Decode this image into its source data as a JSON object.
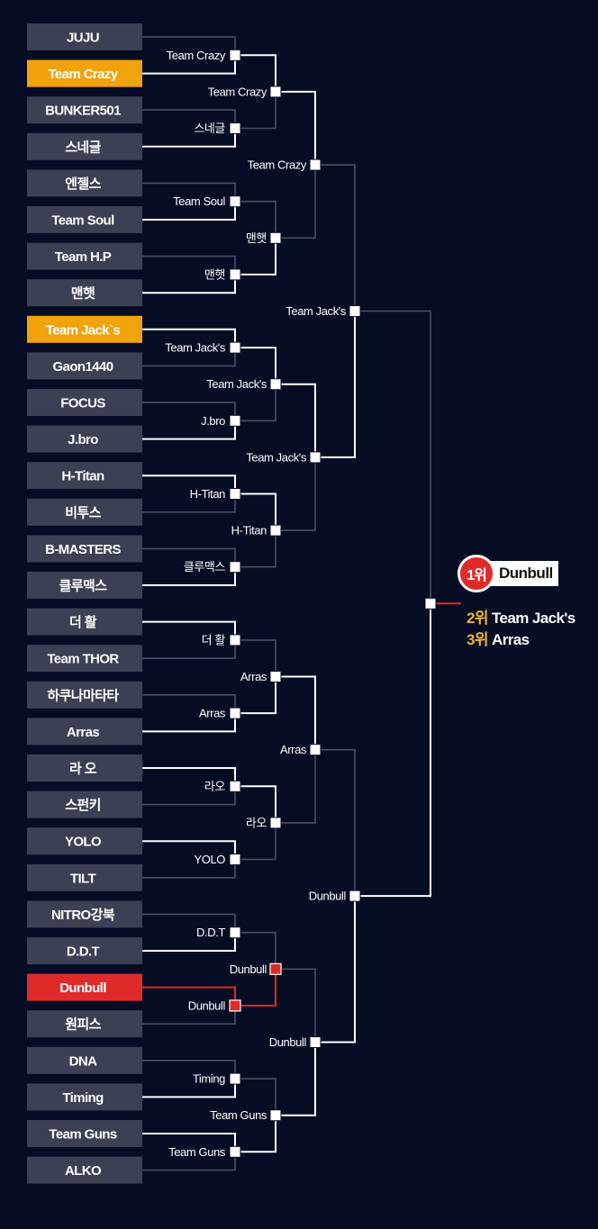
{
  "teams": [
    {
      "name": "JUJU",
      "hl": ""
    },
    {
      "name": "Team Crazy",
      "hl": "gold"
    },
    {
      "name": "BUNKER501",
      "hl": ""
    },
    {
      "name": "스네글",
      "hl": ""
    },
    {
      "name": "엔젤스",
      "hl": ""
    },
    {
      "name": "Team Soul",
      "hl": ""
    },
    {
      "name": "Team H.P",
      "hl": ""
    },
    {
      "name": "맨햇",
      "hl": ""
    },
    {
      "name": "Team Jack`s",
      "hl": "gold"
    },
    {
      "name": "Gaon1440",
      "hl": ""
    },
    {
      "name": "FOCUS",
      "hl": ""
    },
    {
      "name": "J.bro",
      "hl": ""
    },
    {
      "name": "H-Titan",
      "hl": ""
    },
    {
      "name": "비투스",
      "hl": ""
    },
    {
      "name": "B-MASTERS",
      "hl": ""
    },
    {
      "name": "클루맥스",
      "hl": ""
    },
    {
      "name": "더 활",
      "hl": ""
    },
    {
      "name": "Team THOR",
      "hl": ""
    },
    {
      "name": "하쿠나마타타",
      "hl": ""
    },
    {
      "name": "Arras",
      "hl": ""
    },
    {
      "name": "라 오",
      "hl": ""
    },
    {
      "name": "스펀키",
      "hl": ""
    },
    {
      "name": "YOLO",
      "hl": ""
    },
    {
      "name": "TILT",
      "hl": ""
    },
    {
      "name": "NITRO강북",
      "hl": ""
    },
    {
      "name": "D.D.T",
      "hl": ""
    },
    {
      "name": "Dunbull",
      "hl": "red"
    },
    {
      "name": "원피스",
      "hl": ""
    },
    {
      "name": "DNA",
      "hl": ""
    },
    {
      "name": "Timing",
      "hl": ""
    },
    {
      "name": "Team Guns",
      "hl": ""
    },
    {
      "name": "ALKO",
      "hl": ""
    }
  ],
  "rounds": [
    [
      {
        "label": "Team Crazy",
        "winner": 1
      },
      {
        "label": "스네글",
        "winner": 1
      },
      {
        "label": "Team Soul",
        "winner": 1
      },
      {
        "label": "맨햇",
        "winner": 1
      },
      {
        "label": "Team Jack's",
        "winner": 0
      },
      {
        "label": "J.bro",
        "winner": 1
      },
      {
        "label": "H-Titan",
        "winner": 0
      },
      {
        "label": "클루맥스",
        "winner": 1
      },
      {
        "label": "더 활",
        "winner": 0
      },
      {
        "label": "Arras",
        "winner": 1
      },
      {
        "label": "라오",
        "winner": 0
      },
      {
        "label": "YOLO",
        "winner": 0
      },
      {
        "label": "D.D.T",
        "winner": 1
      },
      {
        "label": "Dunbull",
        "winner": 0
      },
      {
        "label": "Timing",
        "winner": 1
      },
      {
        "label": "Team Guns",
        "winner": 0
      }
    ],
    [
      {
        "label": "Team Crazy",
        "winner": 0
      },
      {
        "label": "맨햇",
        "winner": 1
      },
      {
        "label": "Team Jack's",
        "winner": 0
      },
      {
        "label": "H-Titan",
        "winner": 0
      },
      {
        "label": "Arras",
        "winner": 1
      },
      {
        "label": "라오",
        "winner": 0
      },
      {
        "label": "Dunbull",
        "winner": 1
      },
      {
        "label": "Team Guns",
        "winner": 1
      }
    ],
    [
      {
        "label": "Team Crazy",
        "winner": 0
      },
      {
        "label": "Team Jack's",
        "winner": 0
      },
      {
        "label": "Arras",
        "winner": 0
      },
      {
        "label": "Dunbull",
        "winner": 1
      }
    ],
    [
      {
        "label": "Team Jack's",
        "winner": 1
      },
      {
        "label": "Dunbull",
        "winner": 1
      }
    ],
    [
      {
        "label": "",
        "winner": 1
      }
    ]
  ],
  "champion": {
    "rank": "1위",
    "name": "Dunbull"
  },
  "runner_up": {
    "rank": "2위",
    "name": "Team Jack's"
  },
  "third": {
    "rank": "3위",
    "name": "Arras"
  },
  "colors": {
    "background": "#050c24",
    "team_box": "#3b4054",
    "gold": "#f0a30a",
    "red": "#e02a2a",
    "win_line": "#ffffff",
    "lose_line": "#4a5066",
    "rank_label": "#f5b52a"
  }
}
